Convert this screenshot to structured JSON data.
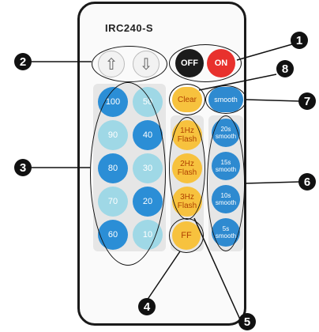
{
  "model": "IRC240-S",
  "arrow_up": "⇧",
  "arrow_down": "⇩",
  "off": "OFF",
  "on": "ON",
  "clear": "Clear",
  "smooth": "smooth",
  "brightness_left": [
    "100",
    "90",
    "80",
    "70",
    "60"
  ],
  "brightness_right": [
    "50",
    "40",
    "30",
    "20",
    "10"
  ],
  "flash": [
    "1Hz\nFlash",
    "2Hz\nFlash",
    "3Hz\nFlash"
  ],
  "ff": "FF",
  "smooth_speeds": [
    "20s\nsmooth",
    "15s\nsmooth",
    "10s\nsmooth",
    "5s\nsmooth"
  ],
  "callouts": [
    "1",
    "2",
    "3",
    "4",
    "5",
    "6",
    "7",
    "8"
  ]
}
